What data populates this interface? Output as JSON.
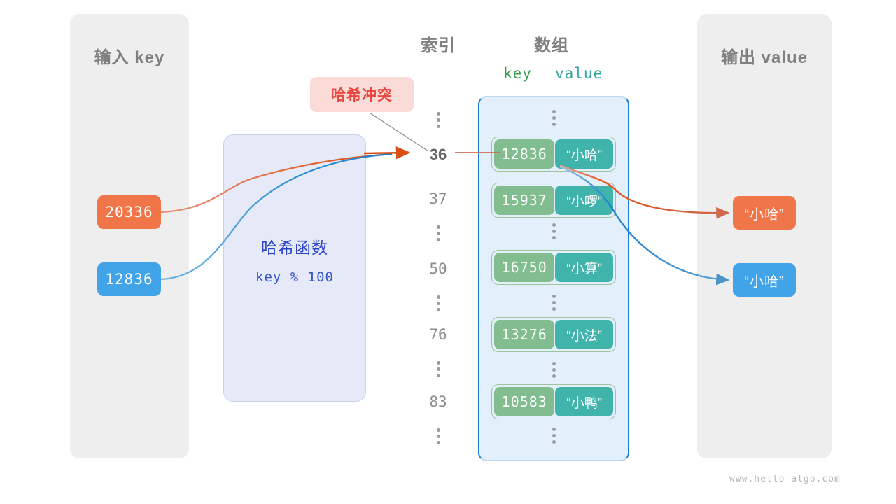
{
  "panels": {
    "input": {
      "title": "输入 key"
    },
    "output": {
      "title": "输出 value"
    }
  },
  "columns": {
    "index_title": "索引",
    "array_title": "数组",
    "key_header": "key",
    "value_header": "value"
  },
  "badge": {
    "label": "哈希冲突"
  },
  "hash_function": {
    "name": "哈希函数",
    "expression": "key % 100"
  },
  "input_keys": [
    {
      "value": "20336",
      "color": "#f0764a"
    },
    {
      "value": "12836",
      "color": "#41a4e8"
    }
  ],
  "output_values": [
    {
      "value": "“小哈”",
      "color": "#f0764a"
    },
    {
      "value": "“小哈”",
      "color": "#41a4e8"
    }
  ],
  "index_column": [
    {
      "type": "dots"
    },
    {
      "type": "index",
      "label": "36",
      "active": true
    },
    {
      "type": "index",
      "label": "37",
      "active": false
    },
    {
      "type": "dots"
    },
    {
      "type": "index",
      "label": "50",
      "active": false
    },
    {
      "type": "dots"
    },
    {
      "type": "index",
      "label": "76",
      "active": false
    },
    {
      "type": "dots"
    },
    {
      "type": "index",
      "label": "83",
      "active": false
    },
    {
      "type": "dots"
    }
  ],
  "array_rows": [
    {
      "type": "dots"
    },
    {
      "type": "pair",
      "key": "12836",
      "value": "“小哈”"
    },
    {
      "type": "pair",
      "key": "15937",
      "value": "“小啰”"
    },
    {
      "type": "dots"
    },
    {
      "type": "pair",
      "key": "16750",
      "value": "“小算”"
    },
    {
      "type": "dots"
    },
    {
      "type": "pair",
      "key": "13276",
      "value": "“小法”"
    },
    {
      "type": "dots"
    },
    {
      "type": "pair",
      "key": "10583",
      "value": "“小鸭”"
    },
    {
      "type": "dots"
    }
  ],
  "colors": {
    "panel_bg": "#eeeeee",
    "array_bg": "#e3f0fb",
    "array_border": "#1f7fd0",
    "key_box": "#82bd8f",
    "value_box": "#40b3ab",
    "pair_border": "#9ec49b",
    "hash_box_bg": "#e6eaf8",
    "hash_text": "#2a44c8",
    "badge_bg": "#fadbd8",
    "badge_text": "#e8473f",
    "orange": "#f0764a",
    "orange_arrow": "#d94e12",
    "blue": "#41a4e8",
    "blue_arrow": "#1f7fd0",
    "key_header": "#3c9e53",
    "value_header": "#35a79c",
    "title_gray": "#808080",
    "index_gray": "#8c8c8c"
  },
  "watermark": "www.hello-algo.com"
}
